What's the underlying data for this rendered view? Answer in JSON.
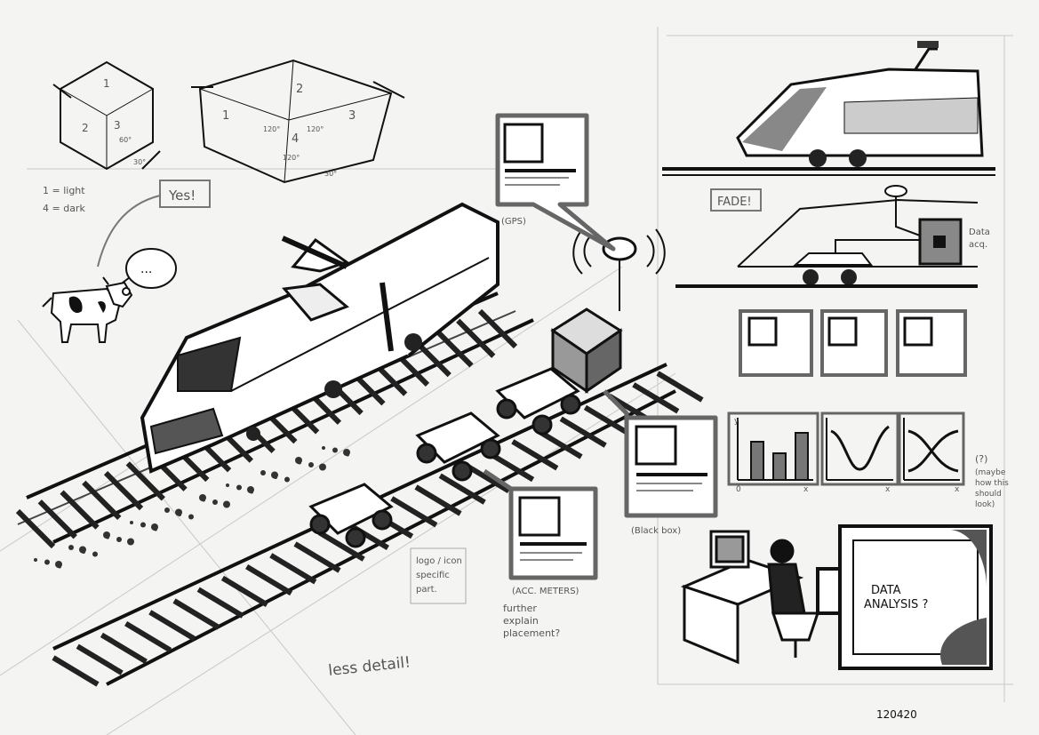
{
  "notes": {
    "hex_legend_1": "1 = light",
    "hex_legend_2": "4 = dark",
    "yes": "Yes!",
    "cow_speech": "...",
    "gps": "(GPS)",
    "black_box": "(Black box)",
    "accelerometers": "(ACC. METERS)",
    "further_explain": [
      "further",
      "explain",
      "placement?"
    ],
    "logo_icon": [
      "logo / icon",
      "specific",
      "part."
    ],
    "less_detail": "less detail!",
    "fade": "FADE!",
    "data_acq": [
      "Data",
      "acq."
    ],
    "graphs_note": [
      "(?)",
      "(maybe",
      "how this",
      "should",
      "look)"
    ],
    "data_analysis": [
      "DATA",
      "ANALYSIS ?"
    ],
    "date": "120420"
  },
  "hexagons": {
    "small": {
      "faces": [
        "1",
        "2",
        "3"
      ],
      "angles": [
        "60°",
        "30°"
      ]
    },
    "large": {
      "faces": [
        "1",
        "2",
        "3",
        "4"
      ],
      "angles": [
        "120°",
        "120°",
        "120°",
        "30°"
      ]
    }
  },
  "axes": {
    "x": "x",
    "y": "y",
    "origin": "0"
  },
  "colors": {
    "paper": "#f4f4f2",
    "ink": "#111111",
    "marker_grey": "#777777",
    "pencil": "#9a9a9a"
  }
}
